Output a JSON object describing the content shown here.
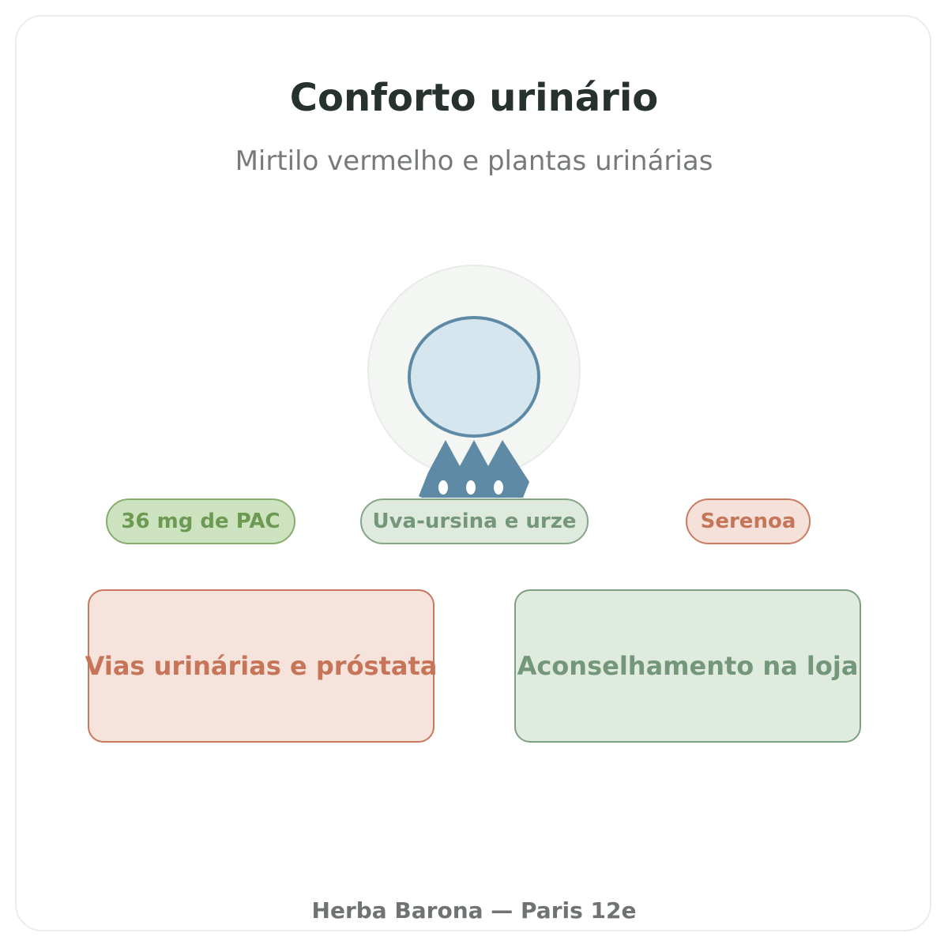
{
  "header": {
    "title": "Conforto urinário",
    "subtitle": "Mirtilo vermelho e plantas urinárias"
  },
  "tags": [
    {
      "label": "36 mg de PAC"
    },
    {
      "label": "Uva-ursina e urze"
    },
    {
      "label": "Serenoa"
    }
  ],
  "cards": [
    {
      "label": "Vias urinárias e próstata"
    },
    {
      "label": "Aconselhamento na loja"
    }
  ],
  "footer": {
    "text": "Herba Barona — Paris 12e"
  },
  "colors": {
    "title": "#27322f",
    "accent_blue": "#5f8aa6",
    "accent_green": "#6c9a52",
    "accent_sage": "#74977a",
    "accent_terracotta": "#c67559"
  },
  "icons": {
    "emblem": "water-drop-icon"
  }
}
